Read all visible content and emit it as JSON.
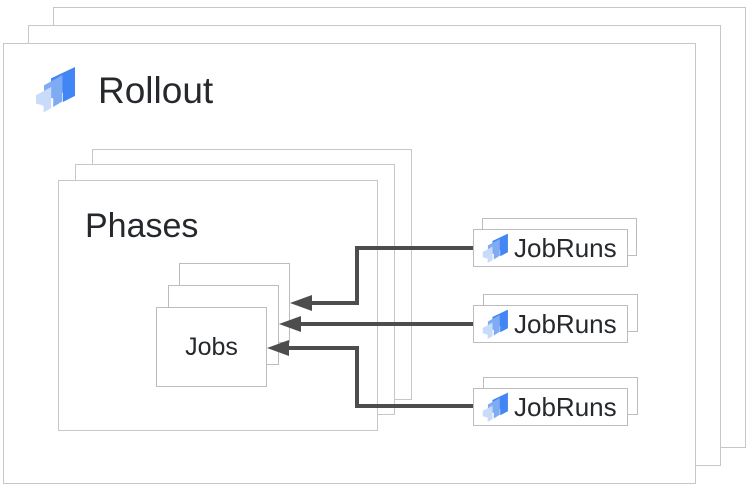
{
  "rollout": {
    "title": "Rollout"
  },
  "phases": {
    "label": "Phases"
  },
  "jobs": {
    "label": "Jobs"
  },
  "jobruns": [
    {
      "label": "JobRuns"
    },
    {
      "label": "JobRuns"
    },
    {
      "label": "JobRuns"
    }
  ],
  "colors": {
    "icon_light": "#c9dbfa",
    "icon_medium": "#7fabf5",
    "icon_dark": "#4285f4",
    "arrow": "#4d4d4d",
    "border": "#c7c7c7",
    "border_inner": "#bcbcbc",
    "text": "#25282c",
    "background": "#ffffff"
  }
}
